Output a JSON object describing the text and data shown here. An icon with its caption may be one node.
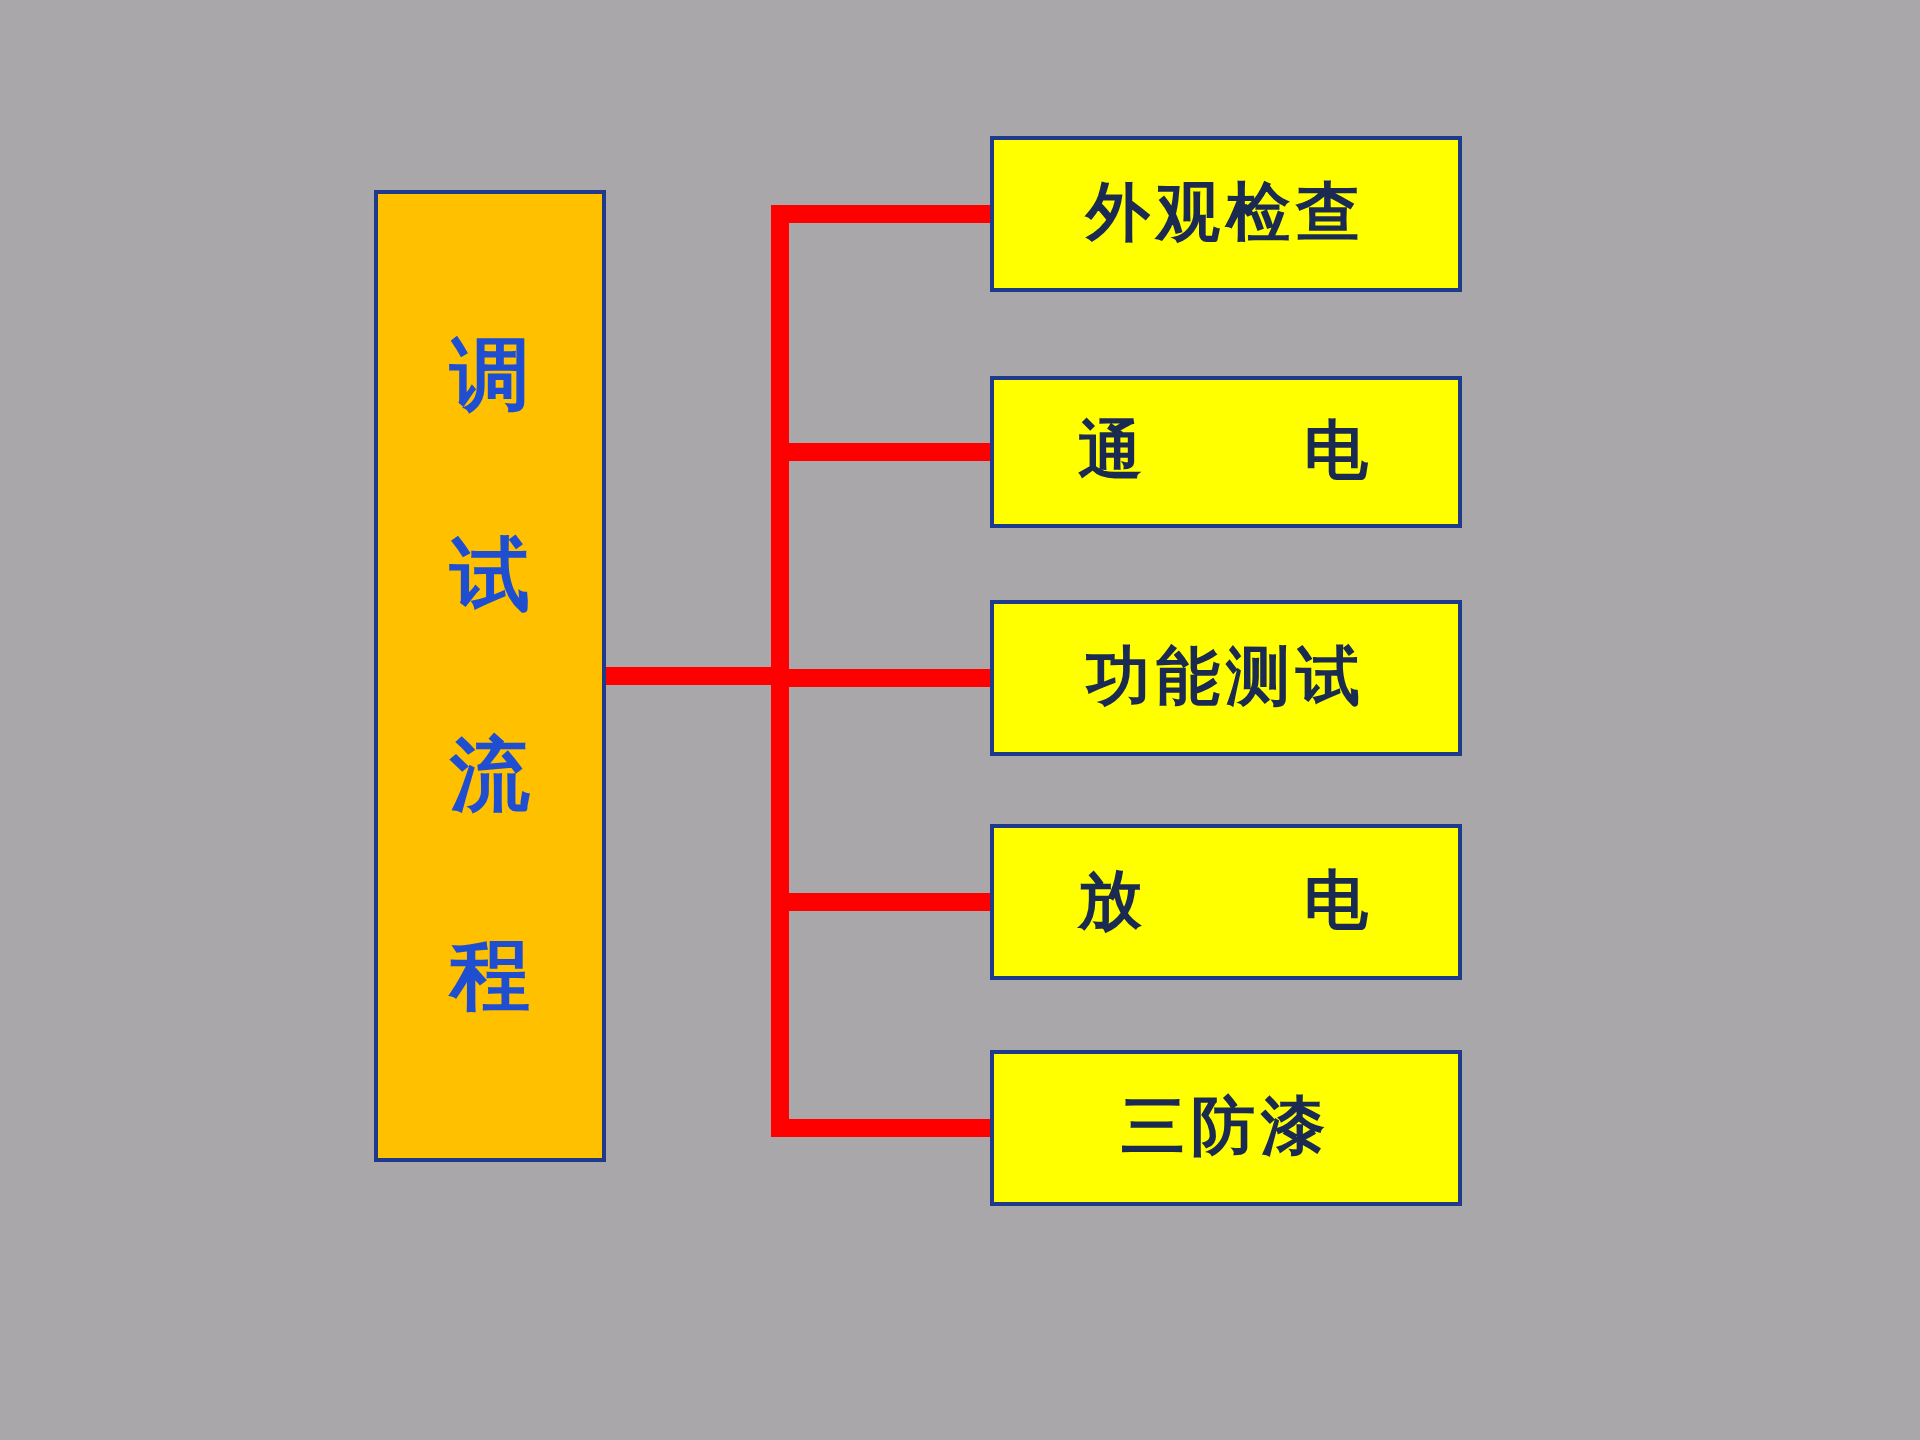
{
  "diagram": {
    "nodes": [
      {
        "text": [
          "调试流程"
        ]
      },
      {
        "text": [
          "外观检查"
        ]
      },
      {
        "text": [
          "通 电"
        ]
      },
      {
        "text": [
          "功能测试"
        ]
      },
      {
        "text": [
          "放 电"
        ]
      },
      {
        "text": [
          "三防漆"
        ]
      }
    ],
    "edges": [
      {
        "from": 0,
        "to": 1,
        "arrow": "none"
      },
      {
        "from": 0,
        "to": 2,
        "arrow": "none"
      },
      {
        "from": 0,
        "to": 3,
        "arrow": "none"
      },
      {
        "from": 0,
        "to": 4,
        "arrow": "none"
      },
      {
        "from": 0,
        "to": 5,
        "arrow": "none"
      }
    ]
  }
}
